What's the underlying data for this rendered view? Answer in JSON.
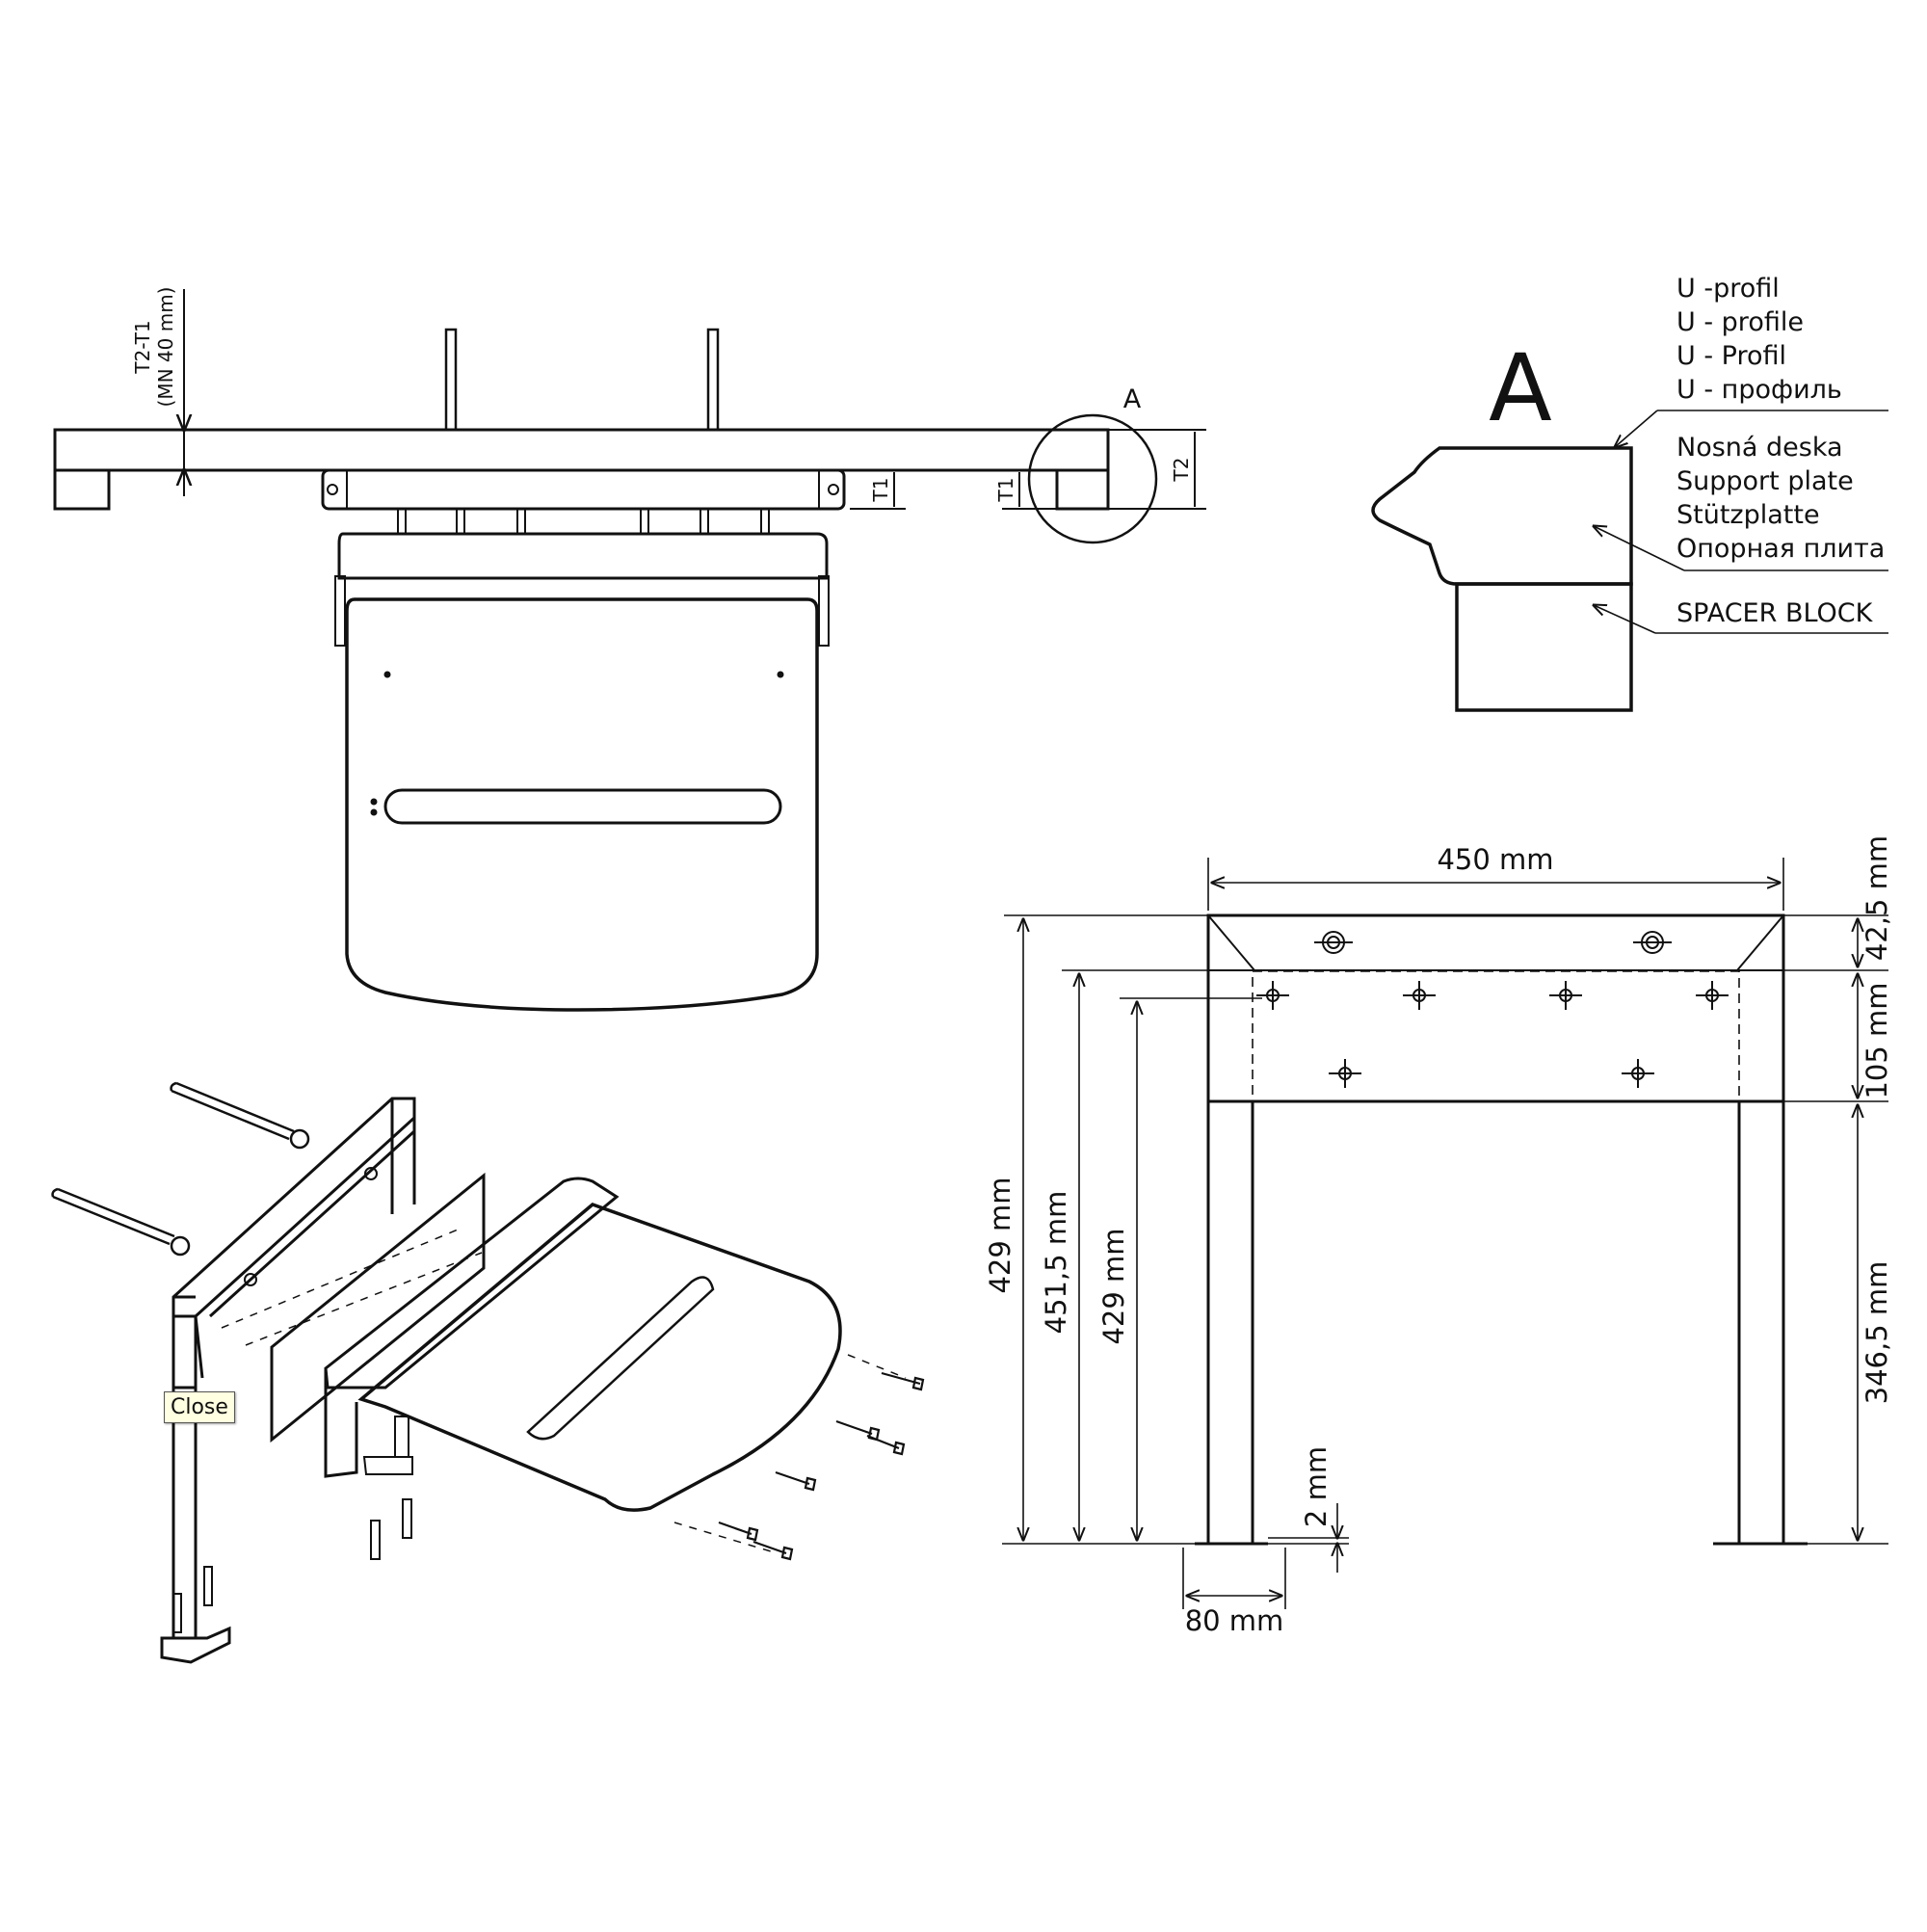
{
  "top_view": {
    "t2_t1_label": "T2-T1",
    "min_label": "(MN 40 mm)",
    "t1_label": "T1",
    "t2_label": "T2",
    "detail_ref": "A"
  },
  "detail_a": {
    "title": "A",
    "u_profile": [
      "U -profil",
      "U - profile",
      "U - Profil",
      "U - профиль"
    ],
    "support_plate": [
      "Nosná deska",
      "Support plate",
      "Stützplatte",
      "Опорная плита"
    ],
    "spacer_block": "SPACER BLOCK"
  },
  "front_view": {
    "width": "450 mm",
    "top_band": "42,5 mm",
    "plate_band": "105 mm",
    "total_height": "429 mm",
    "mid_height": "451,5 mm",
    "inner_height": "429 mm",
    "leg_height": "346,5 mm",
    "foot_gap": "2 mm",
    "foot_width": "80 mm"
  },
  "tooltip": {
    "text": "Close"
  },
  "colors": {
    "line": "#111111",
    "tooltip_bg": "#ffffe1"
  }
}
